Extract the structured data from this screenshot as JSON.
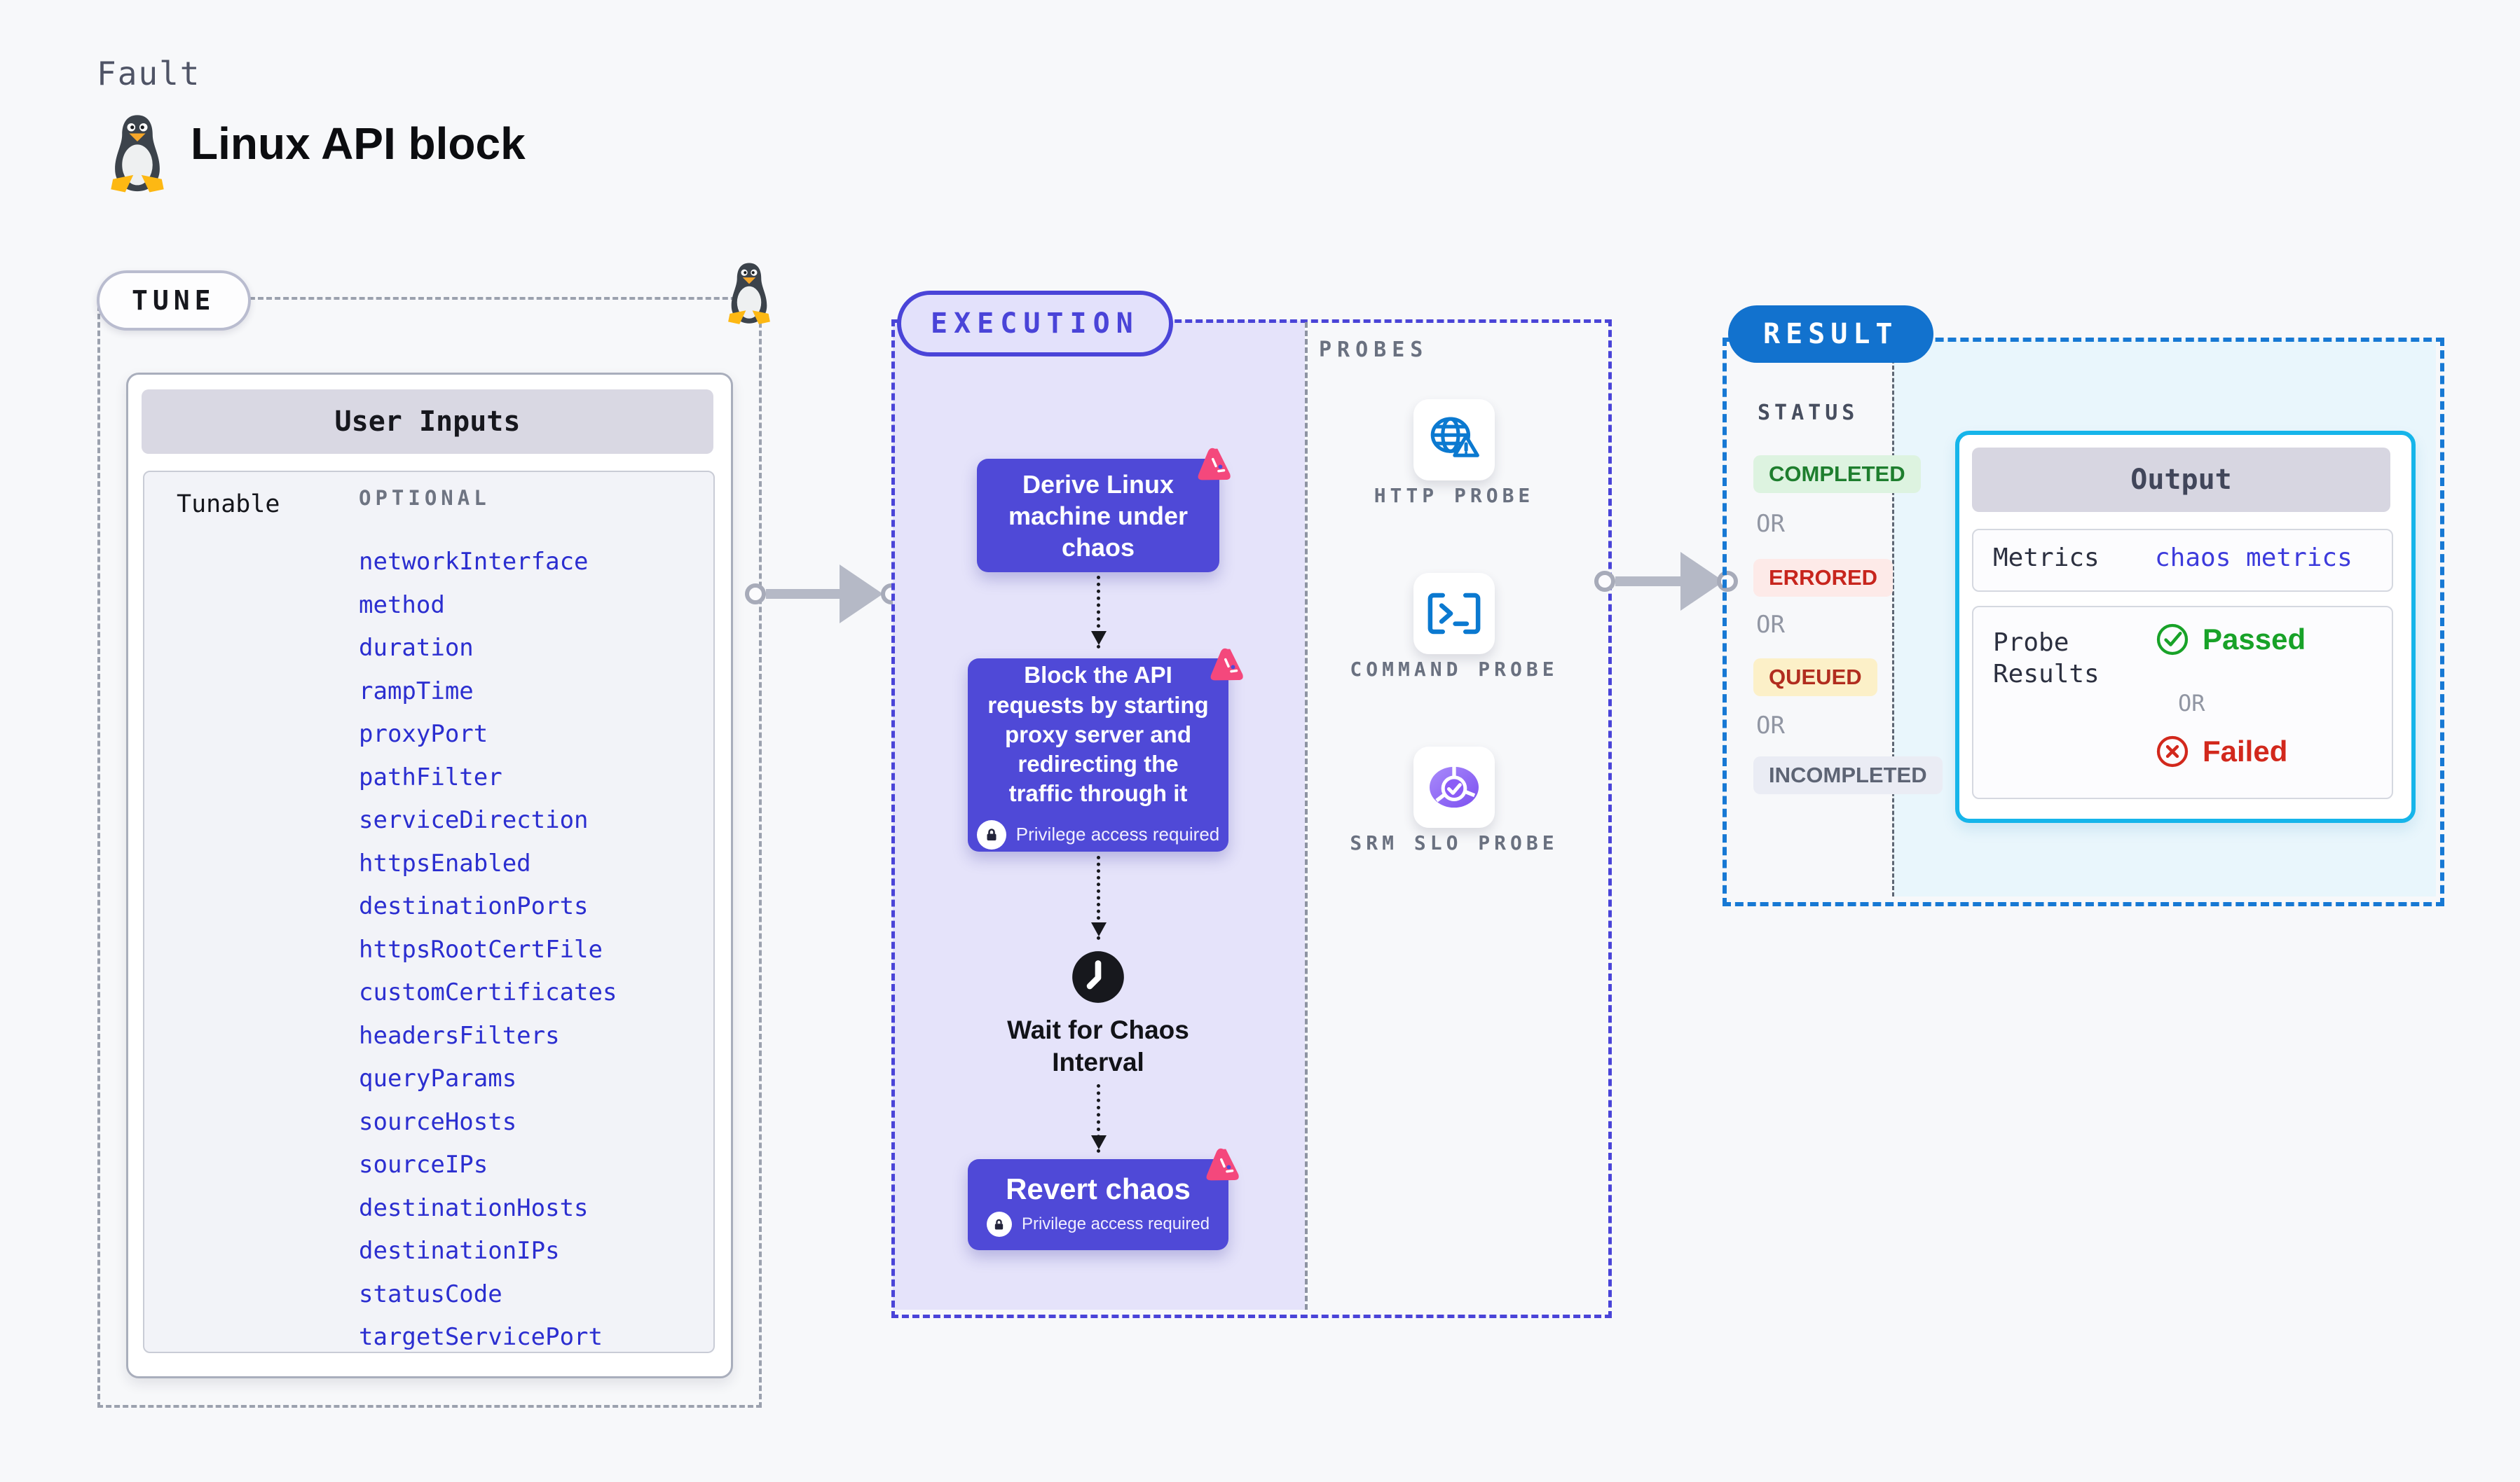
{
  "header": {
    "kicker": "Fault",
    "title": "Linux API block",
    "icon": "tux-penguin"
  },
  "tune": {
    "badge": "TUNE",
    "panel_title": "User Inputs",
    "row_label": "Tunable",
    "column_header": "OPTIONAL",
    "params": [
      "networkInterface",
      "method",
      "duration",
      "rampTime",
      "proxyPort",
      "pathFilter",
      "serviceDirection",
      "httpsEnabled",
      "destinationPorts",
      "httpsRootCertFile",
      "customCertificates",
      "headersFilters",
      "queryParams",
      "sourceHosts",
      "sourceIPs",
      "destinationHosts",
      "destinationIPs",
      "statusCode",
      "targetServicePort"
    ]
  },
  "execution": {
    "badge": "EXECUTION",
    "privilege_note": "Privilege access required",
    "steps": {
      "derive": "Derive Linux machine under chaos",
      "block": "Block the API requests by starting proxy server and redirecting the traffic through it",
      "wait": "Wait for Chaos Interval",
      "revert": "Revert chaos"
    }
  },
  "probes": {
    "title": "PROBES",
    "items": [
      {
        "label": "HTTP PROBE",
        "icon": "globe-warning-icon"
      },
      {
        "label": "COMMAND PROBE",
        "icon": "terminal-icon"
      },
      {
        "label": "SRM SLO PROBE",
        "icon": "slo-pie-check-icon"
      }
    ]
  },
  "result": {
    "badge": "RESULT",
    "status_title": "STATUS",
    "or": "OR",
    "statuses": [
      {
        "label": "COMPLETED",
        "fg": "#1e7e2e",
        "bg": "#ddf3e0"
      },
      {
        "label": "ERRORED",
        "fg": "#c7251d",
        "bg": "#fdeae8"
      },
      {
        "label": "QUEUED",
        "fg": "#b12d1f",
        "bg": "#fcf0c8"
      },
      {
        "label": "INCOMPLETED",
        "fg": "#5d6474",
        "bg": "#eaecf4"
      }
    ],
    "output": {
      "title": "Output",
      "metrics_label": "Metrics",
      "metrics_value": "chaos metrics",
      "probe_results_label": "Probe Results",
      "passed": "Passed",
      "or": "OR",
      "failed": "Failed"
    }
  },
  "colors": {
    "page_bg": "#f7f8fa",
    "accent_indigo": "#4a44d8",
    "node_fill": "#4f49d7",
    "execution_bg": "#e5e3fa",
    "chaos_pink": "#f4487c",
    "probe_blue": "#0b79d0",
    "srm_purple": "#8b5cf6",
    "result_blue_pill": "#1272ce",
    "result_dash": "#1779d4",
    "output_border": "#16b5ea",
    "result_bg": "#e9f6fc",
    "param_blue": "#2b2ed0",
    "passed_green": "#18a228",
    "failed_red": "#d2281c",
    "arrow_gray": "#b5b9c6"
  }
}
